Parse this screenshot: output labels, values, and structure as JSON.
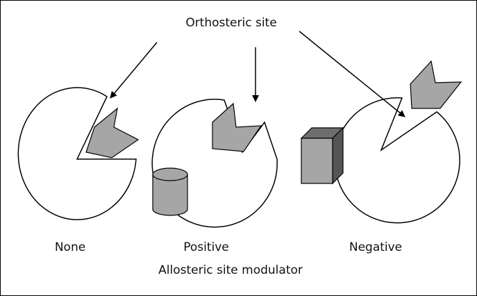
{
  "labels": {
    "orthosteric_site": "Orthosteric site",
    "none": "None",
    "positive": "Positive",
    "negative": "Negative",
    "allosteric_site_modulator": "Allosteric site modulator"
  },
  "colors": {
    "outline": "#000000",
    "ligand_fill": "#a6a6a6",
    "modulator_front": "#a6a6a6",
    "modulator_top": "#6e6e6e",
    "modulator_side": "#555555",
    "background": "#ffffff"
  },
  "icons": {
    "ligand": "chevron-ligand-icon",
    "positive_modulator": "cylinder-icon",
    "negative_modulator": "cube-icon"
  }
}
